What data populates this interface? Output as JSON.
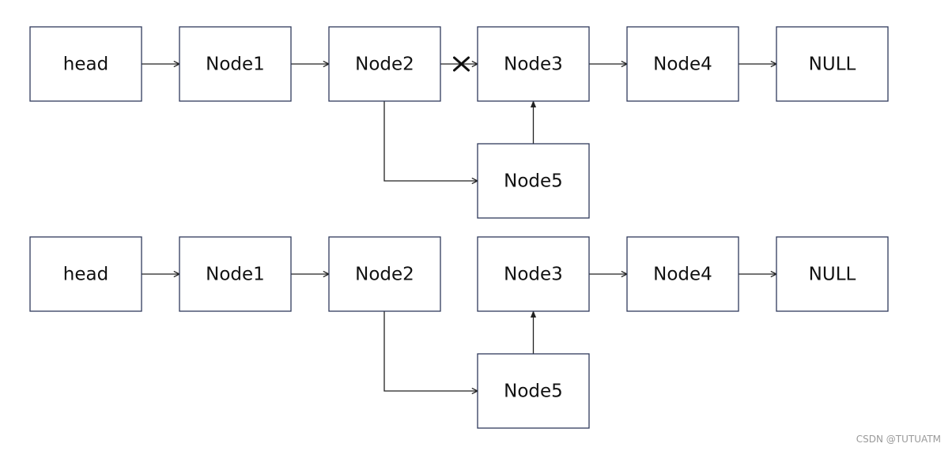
{
  "diagrams": [
    {
      "nodes": [
        {
          "id": "head",
          "label": "head"
        },
        {
          "id": "node1",
          "label": "Node1"
        },
        {
          "id": "node2",
          "label": "Node2"
        },
        {
          "id": "node3",
          "label": "Node3"
        },
        {
          "id": "node4",
          "label": "Node4"
        },
        {
          "id": "null",
          "label": "NULL"
        },
        {
          "id": "node5",
          "label": "Node5"
        }
      ],
      "edges": [
        {
          "from": "head",
          "to": "node1"
        },
        {
          "from": "node1",
          "to": "node2"
        },
        {
          "from": "node2",
          "to": "node3",
          "removed": true
        },
        {
          "from": "node3",
          "to": "node4"
        },
        {
          "from": "node4",
          "to": "null"
        },
        {
          "from": "node2",
          "to": "node5"
        },
        {
          "from": "node5",
          "to": "node3"
        }
      ]
    },
    {
      "nodes": [
        {
          "id": "head",
          "label": "head"
        },
        {
          "id": "node1",
          "label": "Node1"
        },
        {
          "id": "node2",
          "label": "Node2"
        },
        {
          "id": "node3",
          "label": "Node3"
        },
        {
          "id": "node4",
          "label": "Node4"
        },
        {
          "id": "null",
          "label": "NULL"
        },
        {
          "id": "node5",
          "label": "Node5"
        }
      ],
      "edges": [
        {
          "from": "head",
          "to": "node1"
        },
        {
          "from": "node1",
          "to": "node2"
        },
        {
          "from": "node3",
          "to": "node4"
        },
        {
          "from": "node4",
          "to": "null"
        },
        {
          "from": "node2",
          "to": "node5"
        },
        {
          "from": "node5",
          "to": "node3"
        }
      ]
    }
  ],
  "watermark": "CSDN @TUTUATM"
}
